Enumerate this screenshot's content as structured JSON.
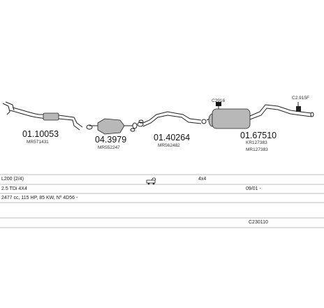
{
  "parts": {
    "p1": {
      "number": "01.10053",
      "ref": "MR571431"
    },
    "p2": {
      "number": "04.3979",
      "ref": "MR552247"
    },
    "p3": {
      "number": "01.40264",
      "ref": "MR562482"
    },
    "p4": {
      "number": "01.67510",
      "refs": [
        "KR127383",
        "MR127383"
      ]
    },
    "p5": {
      "number": "C2916"
    },
    "p6": {
      "number": "C2.915F"
    }
  },
  "table": {
    "model": "L200 (2/4)",
    "drive": "4x4",
    "engine": "2.5 TDi 4X4",
    "date": "09/01 -",
    "specs": "2477 cc, 115 HP, 85 KW, Nº 4D56 -",
    "code": "C230110"
  },
  "icons": {
    "vehicle": "pickup-truck-icon"
  }
}
